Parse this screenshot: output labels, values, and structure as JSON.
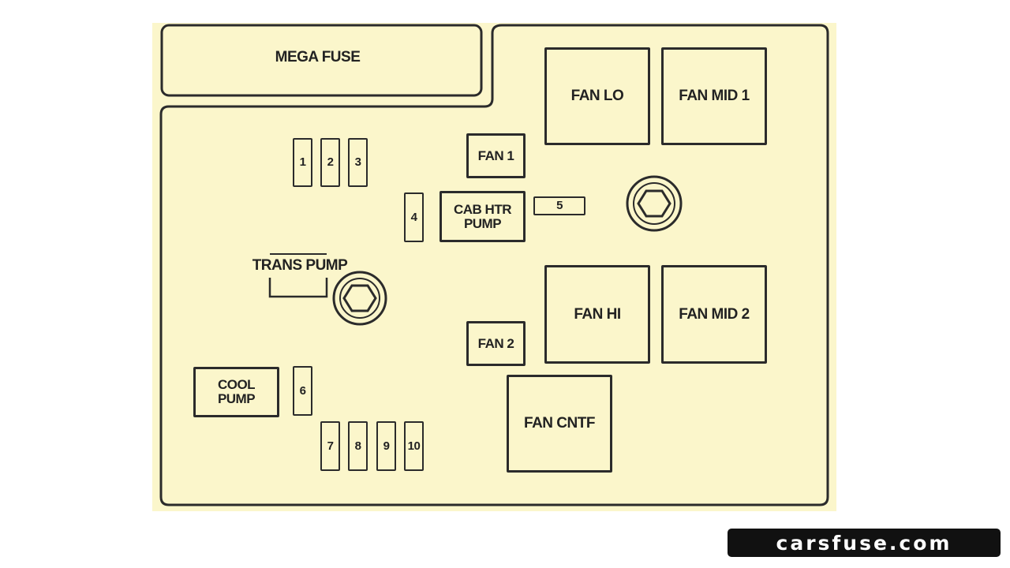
{
  "diagram": {
    "mega_fuse": "MEGA FUSE",
    "trans_pump": "TRANS PUMP",
    "relays": {
      "fan_lo": "FAN LO",
      "fan_mid_1": "FAN MID 1",
      "fan_hi": "FAN HI",
      "fan_mid_2": "FAN MID 2",
      "fan_cntf": "FAN CNTF",
      "fan_1": "FAN 1",
      "fan_2": "FAN 2",
      "cab_htr_pump": "CAB HTR\nPUMP",
      "cool_pump": "COOL\nPUMP"
    },
    "fuses": [
      "1",
      "2",
      "3",
      "4",
      "5",
      "6",
      "7",
      "8",
      "9",
      "10"
    ]
  },
  "watermark": "carsfuse.com",
  "colors": {
    "panel_fill": "#fbf6cb",
    "outline": "#2b2b2b",
    "watermark_bg": "#111111"
  }
}
